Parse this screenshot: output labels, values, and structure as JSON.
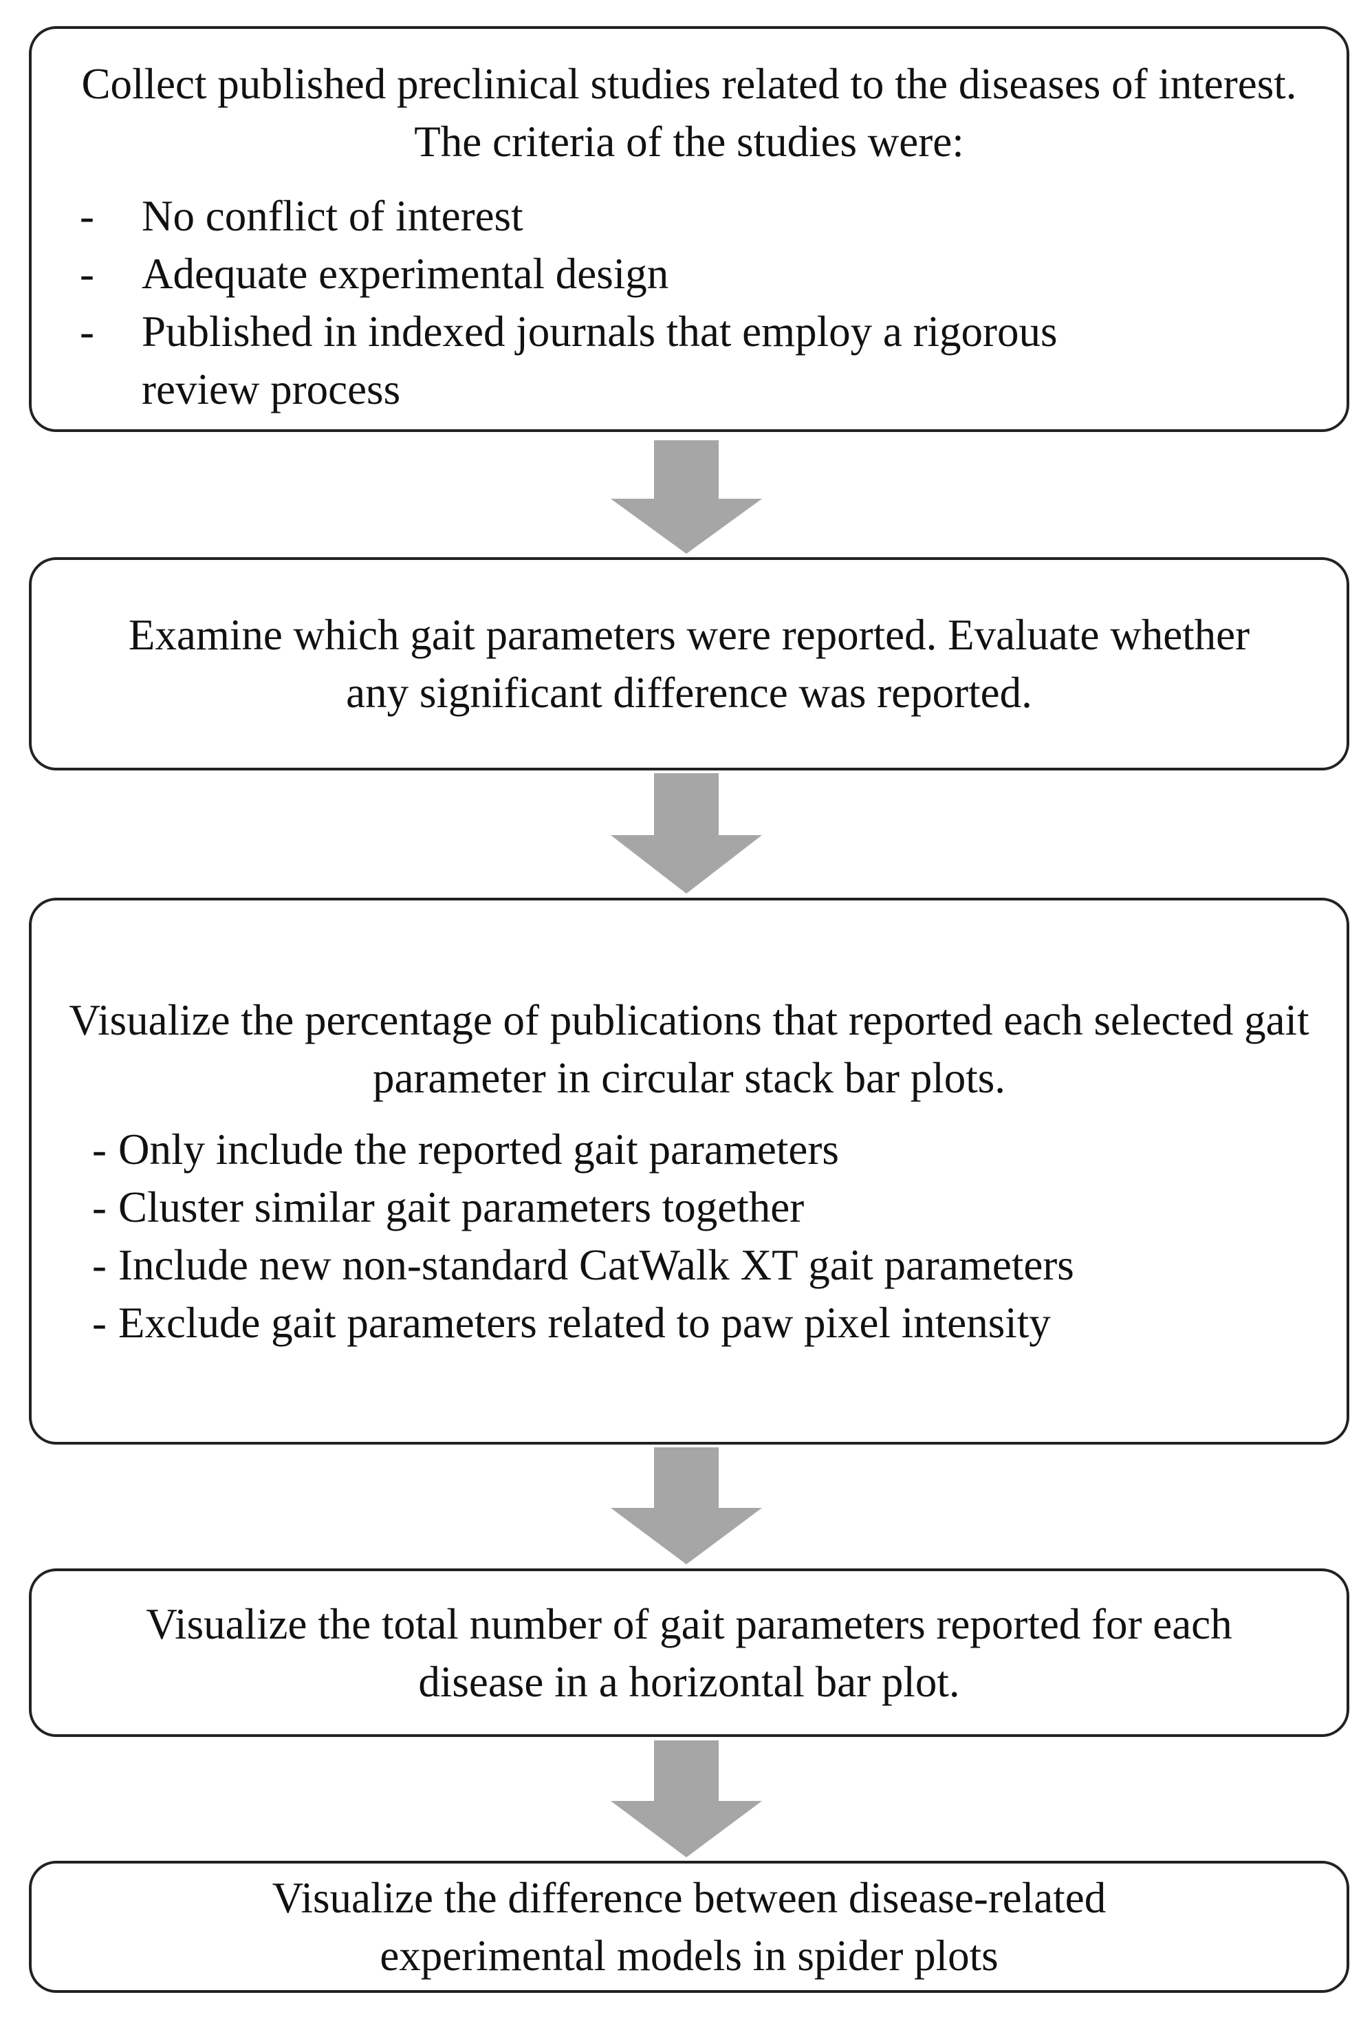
{
  "steps": [
    {
      "text": "Collect published preclinical studies related to the diseases of interest. The criteria of the studies were:",
      "items": [
        "No conflict of interest",
        "Adequate experimental design",
        "Published in indexed journals that employ a rigorous review process"
      ],
      "bullet": "-"
    },
    {
      "text": "Examine which gait parameters were reported. Evaluate whether any significant difference was reported."
    },
    {
      "text": "Visualize the percentage of publications that reported each selected gait parameter in circular stack bar plots.",
      "items": [
        "Only include the reported gait parameters",
        "Cluster similar gait parameters together",
        "Include new non-standard CatWalk XT gait parameters",
        "Exclude gait parameters related to paw pixel intensity"
      ],
      "bullet": "-"
    },
    {
      "text": "Visualize the total number of gait parameters reported for each disease in a horizontal bar plot."
    },
    {
      "text": "Visualize the difference between disease-related experimental models in spider plots"
    }
  ],
  "colors": {
    "arrow": "#a6a6a6",
    "border": "#222222"
  }
}
